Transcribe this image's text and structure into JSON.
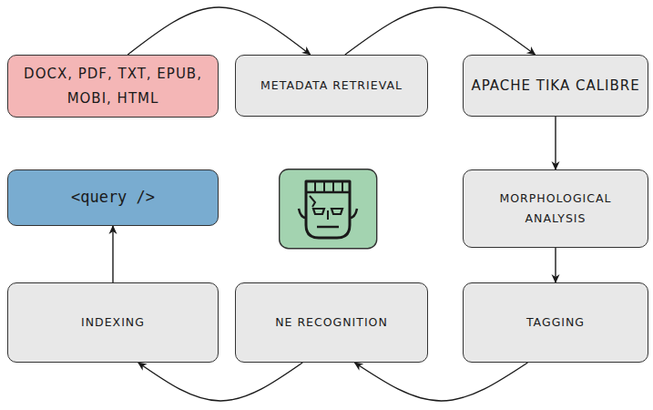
{
  "diagram": {
    "nodes": [
      {
        "text": [
          "DOCX, PDF, TXT, EPUB, MOBI, HTML"
        ]
      },
      {
        "text": [
          "METADATA RETRIEVAL"
        ]
      },
      {
        "text": [
          "APACHE TIKA CALIBRE"
        ]
      },
      {
        "text": [
          "<query />"
        ]
      },
      {
        "text": [
          "MORPHOLOGICAL ANALYSIS"
        ]
      },
      {
        "text": [
          "INDEXING"
        ]
      },
      {
        "text": [
          "NE RECOGNITION"
        ]
      },
      {
        "text": [
          "TAGGING"
        ]
      }
    ],
    "edges": [
      {
        "from": 0,
        "to": 1,
        "arrow": "to"
      },
      {
        "from": 1,
        "to": 2,
        "arrow": "to"
      },
      {
        "from": 2,
        "to": 4,
        "arrow": "to"
      },
      {
        "from": 4,
        "to": 7,
        "arrow": "to"
      },
      {
        "from": 7,
        "to": 6,
        "arrow": "to"
      },
      {
        "from": 6,
        "to": 5,
        "arrow": "to"
      },
      {
        "from": 5,
        "to": 3,
        "arrow": "to"
      }
    ]
  }
}
